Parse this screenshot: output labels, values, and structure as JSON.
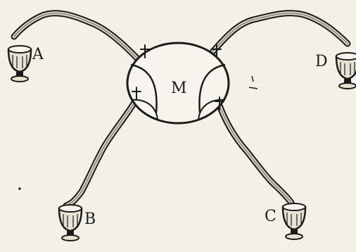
{
  "diagram": {
    "center_label": "M",
    "vessel_labels": {
      "a": "A",
      "b": "B",
      "c": "C",
      "d": "D"
    },
    "colors": {
      "background": "#f3f1e7",
      "ink": "#1b1b1b",
      "pipe_fill": "#d8d4c4"
    },
    "icons": {
      "cross": "cross-icon",
      "vessel": "goblet-icon"
    }
  }
}
